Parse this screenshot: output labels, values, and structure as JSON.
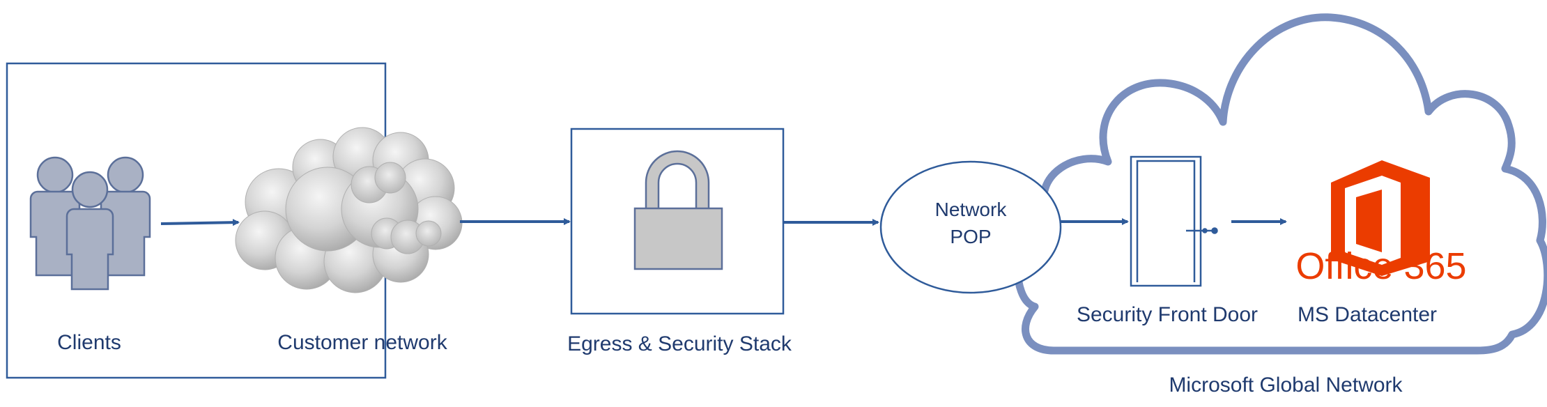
{
  "nodes": {
    "clients": {
      "label": "Clients"
    },
    "customer_network": {
      "label": "Customer network"
    },
    "egress_stack": {
      "label": "Egress & Security Stack"
    },
    "network_pop": {
      "label_line1": "Network",
      "label_line2": "POP"
    },
    "front_door": {
      "label": "Security Front Door"
    },
    "datacenter": {
      "label": "MS Datacenter"
    },
    "global_network": {
      "label": "Microsoft Global Network"
    }
  },
  "logo": {
    "text": "Office 365",
    "color": "#eb3c00"
  },
  "colors": {
    "line": "#2f5b9a",
    "cloud_outline": "#7a8fbf",
    "icon_fill": "#a9b1c4",
    "icon_stroke": "#5b6f99",
    "lock_fill": "#c7c7c7",
    "text": "#1f3a6e"
  }
}
